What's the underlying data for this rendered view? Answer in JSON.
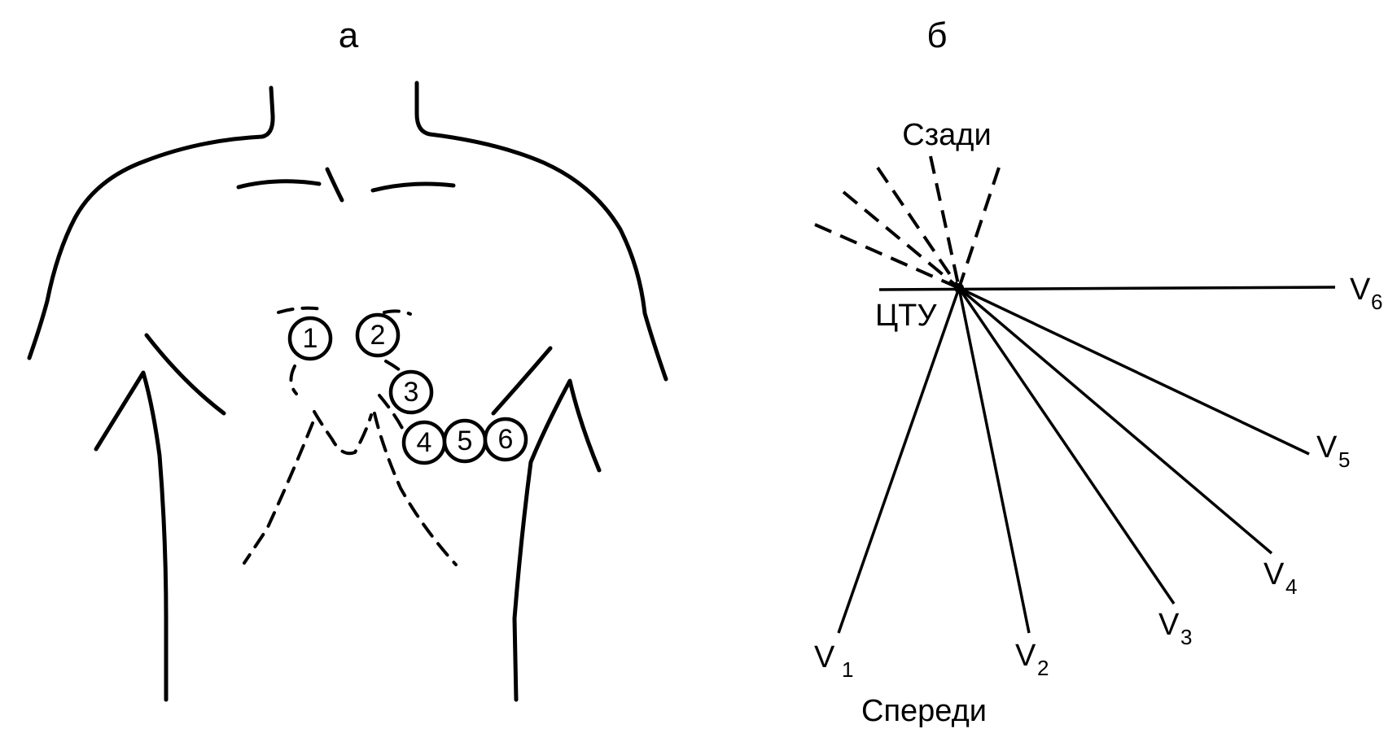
{
  "panel_a": {
    "label": "а",
    "electrodes": [
      "1",
      "2",
      "3",
      "4",
      "5",
      "6"
    ]
  },
  "panel_b": {
    "label": "б",
    "posterior_label": "Сзади",
    "anterior_label": "Спереди",
    "center_label": "ЦТУ",
    "leads": [
      {
        "letter": "V",
        "index": "1"
      },
      {
        "letter": "V",
        "index": "2"
      },
      {
        "letter": "V",
        "index": "3"
      },
      {
        "letter": "V",
        "index": "4"
      },
      {
        "letter": "V",
        "index": "5"
      },
      {
        "letter": "V",
        "index": "6"
      }
    ]
  }
}
